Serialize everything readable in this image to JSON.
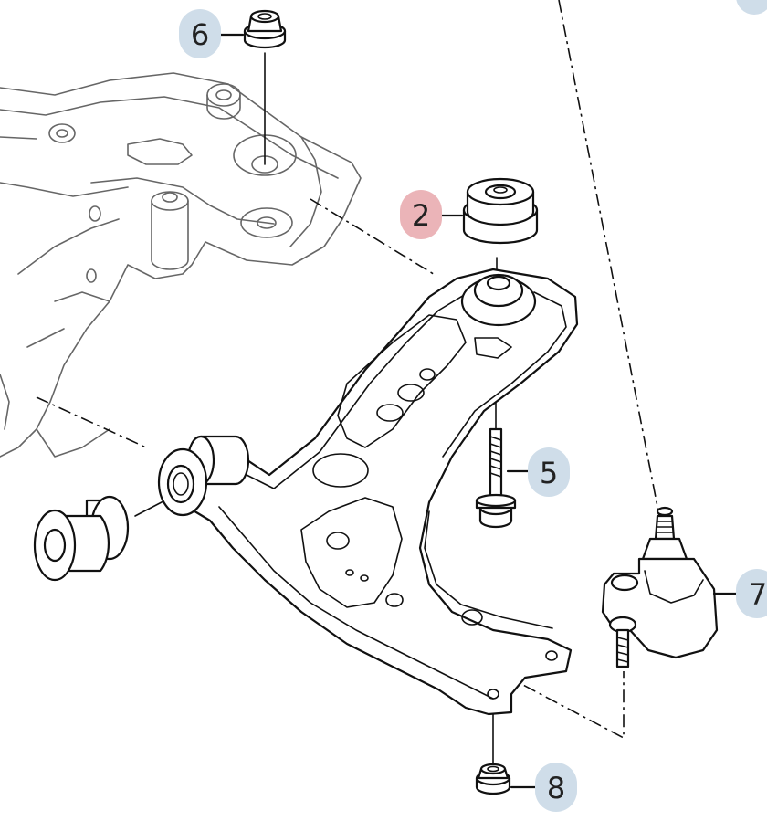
{
  "colors": {
    "line": "#111111",
    "callout_default": "#cfdde9",
    "callout_highlight": "#ebb4b8"
  },
  "callouts": [
    {
      "id": "callout-2",
      "number": "2",
      "highlighted": true
    },
    {
      "id": "callout-5",
      "number": "5",
      "highlighted": false
    },
    {
      "id": "callout-6",
      "number": "6",
      "highlighted": false
    },
    {
      "id": "callout-7",
      "number": "7",
      "highlighted": false
    },
    {
      "id": "callout-8",
      "number": "8",
      "highlighted": false
    }
  ]
}
